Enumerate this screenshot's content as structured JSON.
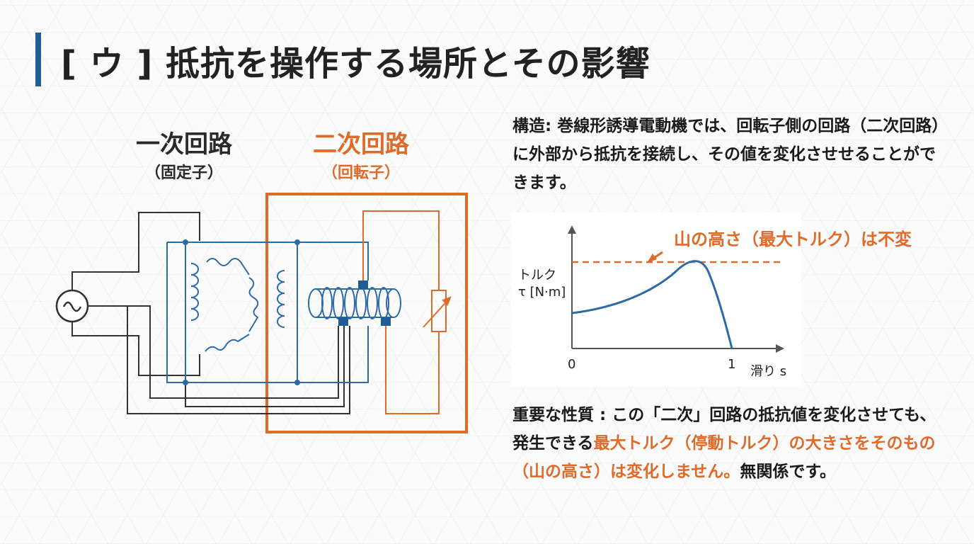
{
  "title": "[ ウ ] 抵抗を操作する場所とその影響",
  "diagram": {
    "primary_label": "一次回路",
    "primary_sub": "（固定子）",
    "secondary_label": "二次回路",
    "secondary_sub": "（回転子）"
  },
  "description": {
    "lead": "構造:",
    "body": " 巻線形誘導電動機では、回転子側の回路（二次回路）に外部から抵抗を接続し、その値を変化させせることができます。"
  },
  "graph": {
    "annotation": "山の高さ（最大トルク）は不変",
    "y_label_line1": "トルク",
    "y_label_line2": "τ [N·m]",
    "x_label": "滑り s",
    "x_origin": "0",
    "x_one": "1"
  },
  "property": {
    "lead": "重要な性質 : この「二次」回路の抵抗値を変化させても、発生できる",
    "highlight": "最大トルク（停動トルク）の大きさをそのもの（山の高さ）は変化しません。",
    "tail": "無関係です。"
  },
  "colors": {
    "accent": "#e06a28",
    "blue": "#1f5d96",
    "line_blue": "#2c6aa8"
  }
}
